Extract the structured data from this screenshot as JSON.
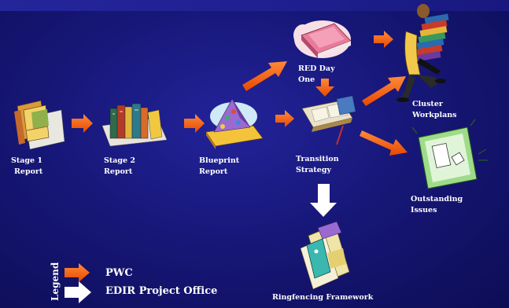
{
  "nodes": {
    "stage1": {
      "line1": "Stage 1",
      "line2": "Report"
    },
    "stage2": {
      "line1": "Stage 2",
      "line2": "Report"
    },
    "blueprint": {
      "line1": "Blueprint",
      "line2": "Report"
    },
    "red_day_one": {
      "line1": "RED Day",
      "line2": "One"
    },
    "transition": {
      "line1": "Transition",
      "line2": "Strategy"
    },
    "cluster": {
      "line1": "Cluster",
      "line2": "Workplans"
    },
    "outstanding": {
      "line1": "Outstanding",
      "line2": "Issues"
    },
    "ringfencing": {
      "line1": "Ringfencing Framework"
    }
  },
  "legend": {
    "title": "Legend",
    "items": [
      {
        "label": "PWC",
        "color": "#ff5a00"
      },
      {
        "label": "EDIR Project Office",
        "color": "#ffffff"
      }
    ]
  },
  "icons": [
    "report-papers-icon",
    "books-icon",
    "blueprint-pyramid-icon",
    "pink-book-icon",
    "open-book-icon",
    "worker-carrying-books-icon",
    "whiteboard-icon",
    "folder-documents-icon"
  ],
  "colors": {
    "pwc_arrow": "#ff5a00",
    "edir_arrow": "#ffffff",
    "background": "#17177a"
  }
}
